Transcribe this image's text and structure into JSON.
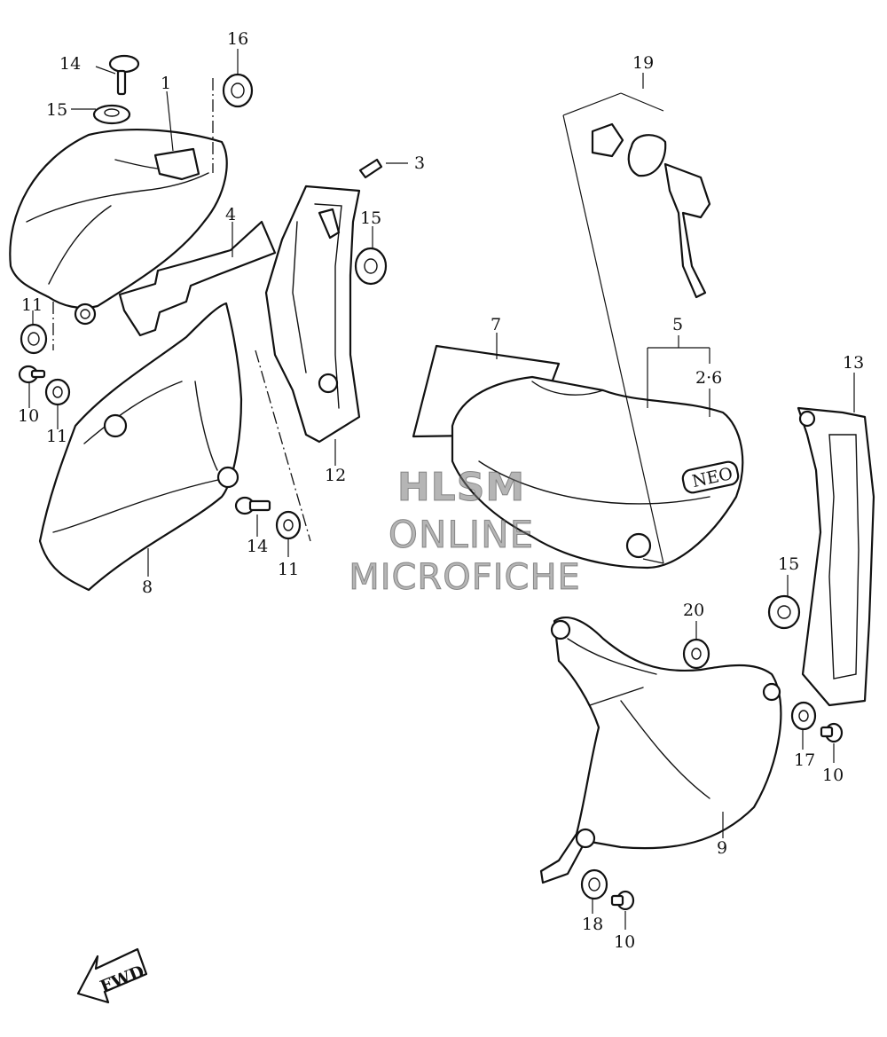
{
  "watermark": {
    "line1": "HLSM",
    "line2": "ONLINE",
    "line3": "MICROFICHE"
  },
  "arrow": {
    "text": "FWD"
  },
  "labels": {
    "l1": "1",
    "l2_6": "2·6",
    "l3": "3",
    "l4": "4",
    "l5": "5",
    "l7": "7",
    "l8": "8",
    "l9": "9",
    "l10a": "10",
    "l10b": "10",
    "l10c": "10",
    "l11a": "11",
    "l11b": "11",
    "l11c": "11",
    "l12": "12",
    "l13": "13",
    "l14a": "14",
    "l14b": "14",
    "l15a": "15",
    "l15b": "15",
    "l15c": "15",
    "l16": "16",
    "l17": "17",
    "l18": "18",
    "l19": "19",
    "l20": "20"
  },
  "badge": {
    "text": "NEO"
  }
}
